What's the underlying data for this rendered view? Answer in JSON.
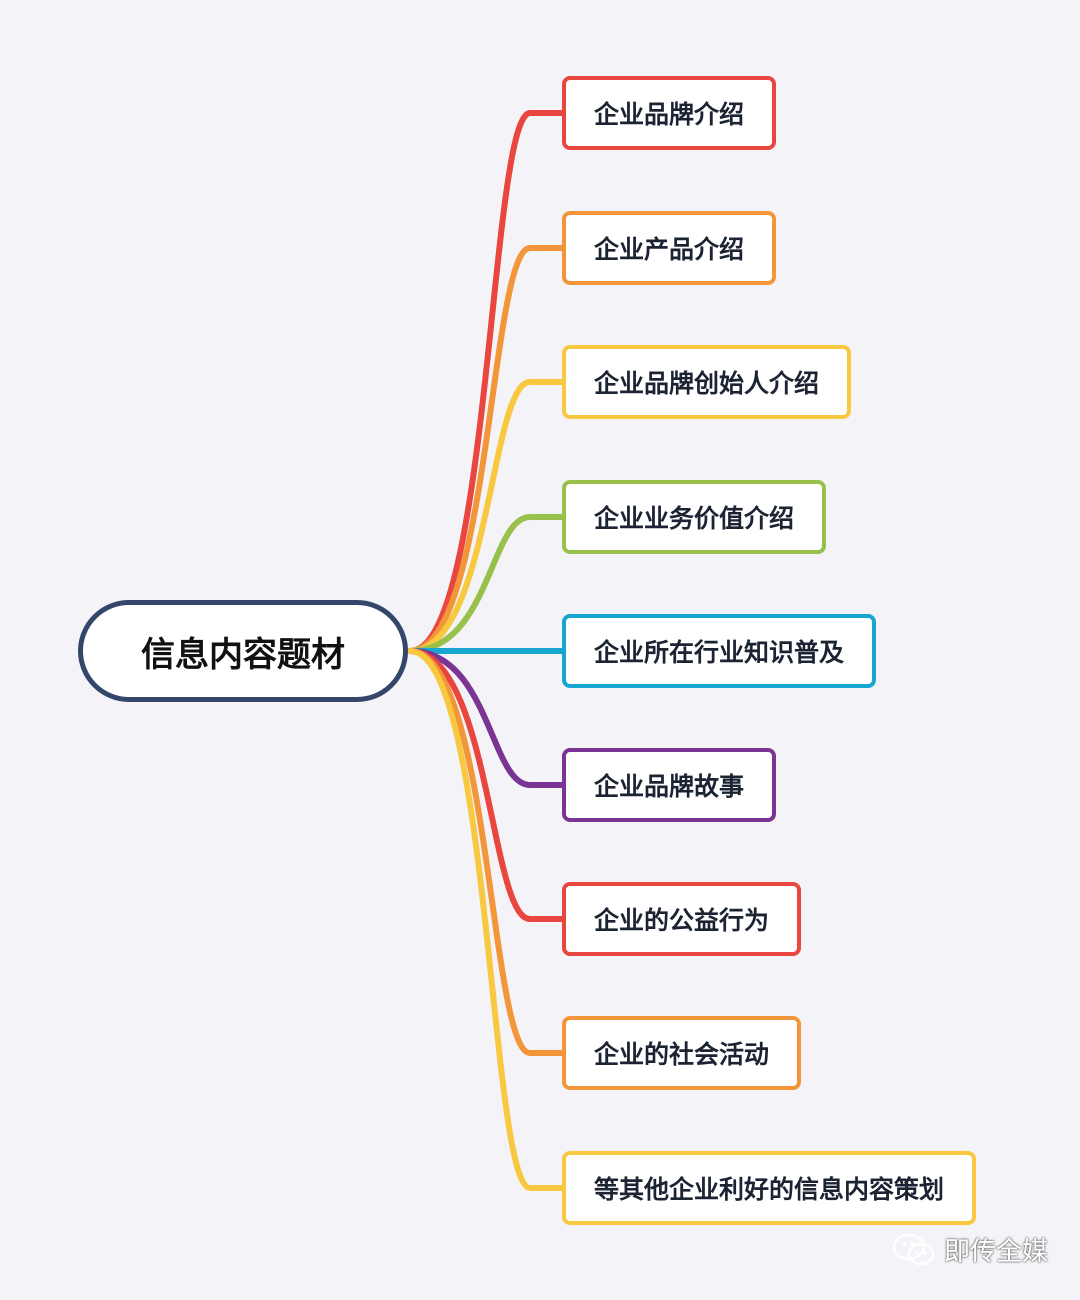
{
  "root": {
    "label": "信息内容题材",
    "border_color": "#34476b"
  },
  "nodes": [
    {
      "label": "企业品牌介绍",
      "color": "#e8463e"
    },
    {
      "label": "企业产品介绍",
      "color": "#f3963a"
    },
    {
      "label": "企业品牌创始人介绍",
      "color": "#f7c840"
    },
    {
      "label": "企业业务价值介绍",
      "color": "#98c14b"
    },
    {
      "label": "企业所在行业知识普及",
      "color": "#17a6cf"
    },
    {
      "label": "企业品牌故事",
      "color": "#7b3394"
    },
    {
      "label": "企业的公益行为",
      "color": "#e8463e"
    },
    {
      "label": "企业的社会活动",
      "color": "#f3963a"
    },
    {
      "label": "等其他企业利好的信息内容策划",
      "color": "#f7c840"
    }
  ],
  "watermark": {
    "text": "即传全媒",
    "icon": "wechat-icon"
  }
}
